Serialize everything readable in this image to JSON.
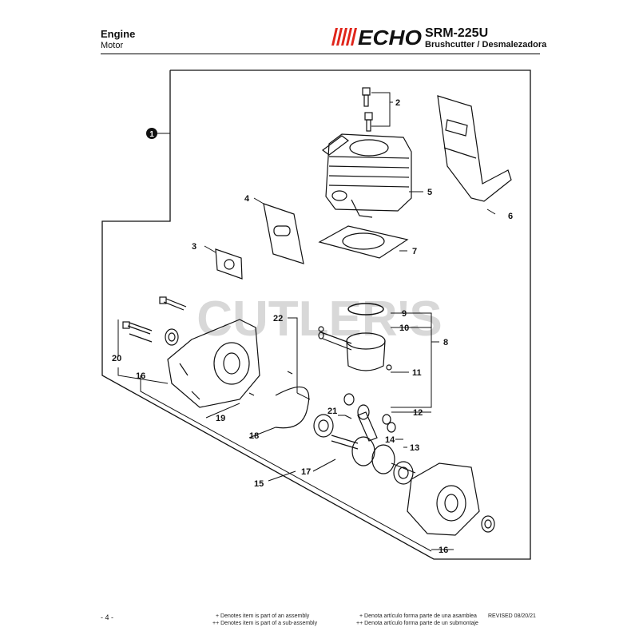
{
  "header": {
    "section_title": "Engine",
    "section_subtitle": "Motor",
    "brand": "ECHO",
    "model": "SRM-225U",
    "model_subtitle": "Brushcutter / Desmalezadora"
  },
  "watermark": "CUTLER'S",
  "callouts": {
    "c1": "1",
    "c2": "2",
    "c3": "3",
    "c4": "4",
    "c5": "5",
    "c6": "6",
    "c7": "7",
    "c8": "8",
    "c9": "9",
    "c10": "10",
    "c11": "11",
    "c12": "12",
    "c13": "13",
    "c14": "14",
    "c15": "15",
    "c16a": "16",
    "c16b": "16",
    "c17": "17",
    "c18": "18",
    "c19": "19",
    "c20": "20",
    "c21": "21",
    "c22": "22"
  },
  "footer": {
    "page_number": "- 4 -",
    "note_en_1": "+ Denotes item is part of an assembly",
    "note_en_2": "++ Denotes item is part of a sub-assembly",
    "note_es_1": "+ Denota artículo forma parte de una asamblea",
    "note_es_2": "++ Denota artículo forma parte de un submontaje",
    "revised": "REVISED 08/20/21"
  },
  "colors": {
    "logo_red": "#e0251b",
    "line": "#111111",
    "watermark": "#c8c8c8"
  }
}
